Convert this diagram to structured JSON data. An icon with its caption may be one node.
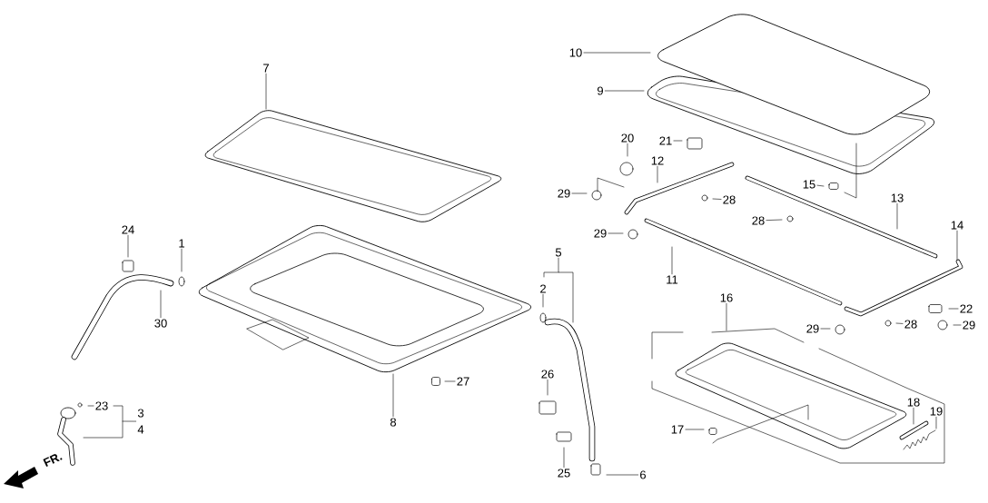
{
  "diagram": {
    "nodes": [
      {
        "text": [
          "7"
        ]
      },
      {
        "text": [
          "10"
        ]
      },
      {
        "text": [
          "9"
        ]
      },
      {
        "text": [
          "20"
        ]
      },
      {
        "text": [
          "21"
        ]
      },
      {
        "text": [
          "12"
        ]
      },
      {
        "text": [
          "29"
        ]
      },
      {
        "text": [
          "28"
        ]
      },
      {
        "text": [
          "15"
        ]
      },
      {
        "text": [
          "28"
        ]
      },
      {
        "text": [
          "13"
        ]
      },
      {
        "text": [
          "14"
        ]
      },
      {
        "text": [
          "29"
        ]
      },
      {
        "text": [
          "24"
        ]
      },
      {
        "text": [
          "1"
        ]
      },
      {
        "text": [
          "30"
        ]
      },
      {
        "text": [
          "5"
        ]
      },
      {
        "text": [
          "2"
        ]
      },
      {
        "text": [
          "11"
        ]
      },
      {
        "text": [
          "16"
        ]
      },
      {
        "text": [
          "22"
        ]
      },
      {
        "text": [
          "29"
        ]
      },
      {
        "text": [
          "28"
        ]
      },
      {
        "text": [
          "29"
        ]
      },
      {
        "text": [
          "27"
        ]
      },
      {
        "text": [
          "8"
        ]
      },
      {
        "text": [
          "26"
        ]
      },
      {
        "text": [
          "23"
        ]
      },
      {
        "text": [
          "3"
        ]
      },
      {
        "text": [
          "4"
        ]
      },
      {
        "text": [
          "18"
        ]
      },
      {
        "text": [
          "19"
        ]
      },
      {
        "text": [
          "17"
        ]
      },
      {
        "text": [
          "25"
        ]
      },
      {
        "text": [
          "6"
        ]
      }
    ],
    "edges": [
      {
        "from": 0,
        "to": null,
        "arrow": "none"
      },
      {
        "from": 1,
        "to": null,
        "arrow": "none"
      },
      {
        "from": 2,
        "to": null,
        "arrow": "none"
      },
      {
        "from": 3,
        "to": null,
        "arrow": "none"
      },
      {
        "from": 4,
        "to": null,
        "arrow": "none"
      },
      {
        "from": 5,
        "to": null,
        "arrow": "none"
      },
      {
        "from": 6,
        "to": null,
        "arrow": "none"
      },
      {
        "from": 7,
        "to": null,
        "arrow": "none"
      },
      {
        "from": 8,
        "to": null,
        "arrow": "none"
      },
      {
        "from": 9,
        "to": null,
        "arrow": "none"
      },
      {
        "from": 10,
        "to": null,
        "arrow": "none"
      },
      {
        "from": 11,
        "to": null,
        "arrow": "none"
      },
      {
        "from": 12,
        "to": null,
        "arrow": "none"
      },
      {
        "from": 13,
        "to": null,
        "arrow": "none"
      },
      {
        "from": 14,
        "to": null,
        "arrow": "none"
      },
      {
        "from": 15,
        "to": null,
        "arrow": "none"
      },
      {
        "from": 16,
        "to": null,
        "arrow": "none"
      },
      {
        "from": 17,
        "to": null,
        "arrow": "none"
      },
      {
        "from": 18,
        "to": null,
        "arrow": "none"
      },
      {
        "from": 19,
        "to": null,
        "arrow": "none"
      },
      {
        "from": 20,
        "to": null,
        "arrow": "none"
      },
      {
        "from": 21,
        "to": null,
        "arrow": "none"
      },
      {
        "from": 22,
        "to": null,
        "arrow": "none"
      },
      {
        "from": 23,
        "to": null,
        "arrow": "none"
      },
      {
        "from": 24,
        "to": null,
        "arrow": "none"
      },
      {
        "from": 25,
        "to": null,
        "arrow": "none"
      },
      {
        "from": 26,
        "to": null,
        "arrow": "none"
      },
      {
        "from": 27,
        "to": null,
        "arrow": "none"
      },
      {
        "from": 28,
        "to": null,
        "arrow": "none"
      },
      {
        "from": 29,
        "to": null,
        "arrow": "none"
      },
      {
        "from": 30,
        "to": null,
        "arrow": "none"
      },
      {
        "from": 31,
        "to": null,
        "arrow": "none"
      },
      {
        "from": 32,
        "to": null,
        "arrow": "none"
      },
      {
        "from": 33,
        "to": null,
        "arrow": "none"
      },
      {
        "from": 34,
        "to": null,
        "arrow": "none"
      }
    ],
    "labels": [
      "FR."
    ]
  }
}
